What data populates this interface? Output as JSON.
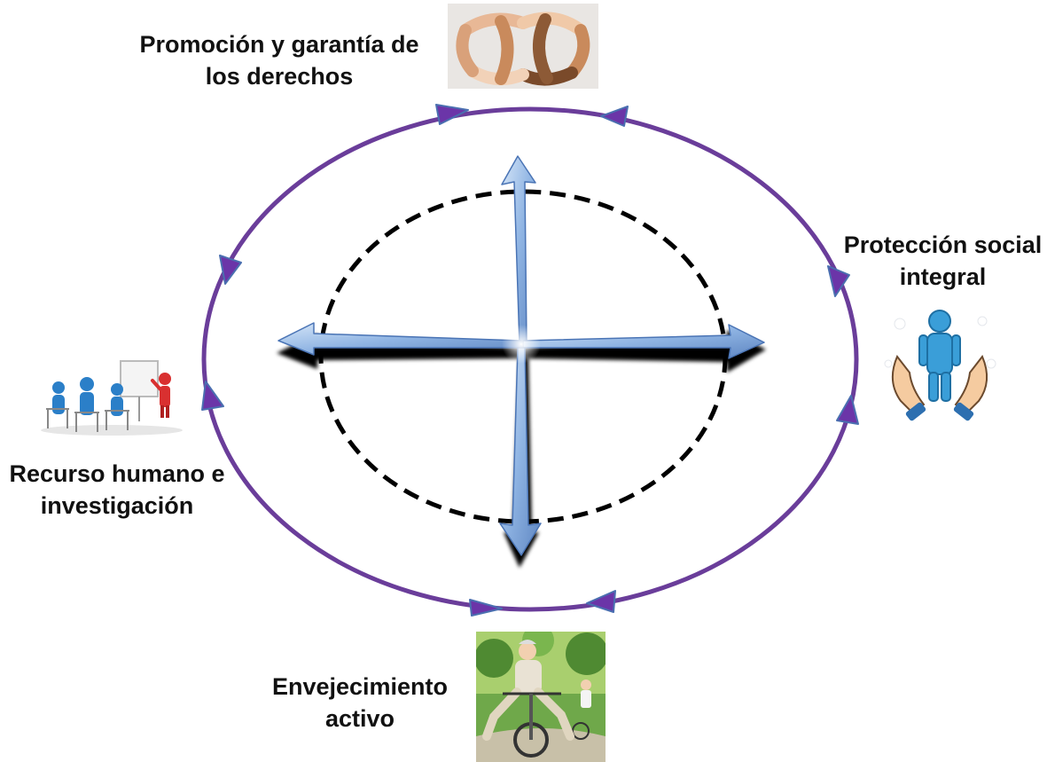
{
  "labels": {
    "top": {
      "line1": "Promoción y garantía de",
      "line2": "los derechos"
    },
    "right": {
      "line1": "Protección social",
      "line2": "integral"
    },
    "left": {
      "line1": "Recurso humano e",
      "line2": "investigación"
    },
    "bottom": {
      "line1": "Envejecimiento",
      "line2": "activo"
    }
  },
  "colors": {
    "outer_cycle": "#6a3d9a",
    "cycle_arrowheads": "#6b35a8",
    "cycle_arrowhead_outline": "#4a6fb0",
    "inner_dashed_ellipse": "#000000",
    "cross_arrows": "#8fb4e3",
    "cross_arrow_shadow": "#000000"
  },
  "icons": {
    "top": "joined-hands-circle-photo",
    "right": "protective-hands-person-icon",
    "left": "classroom-presentation-icon",
    "bottom": "elderly-cyclists-photo"
  }
}
